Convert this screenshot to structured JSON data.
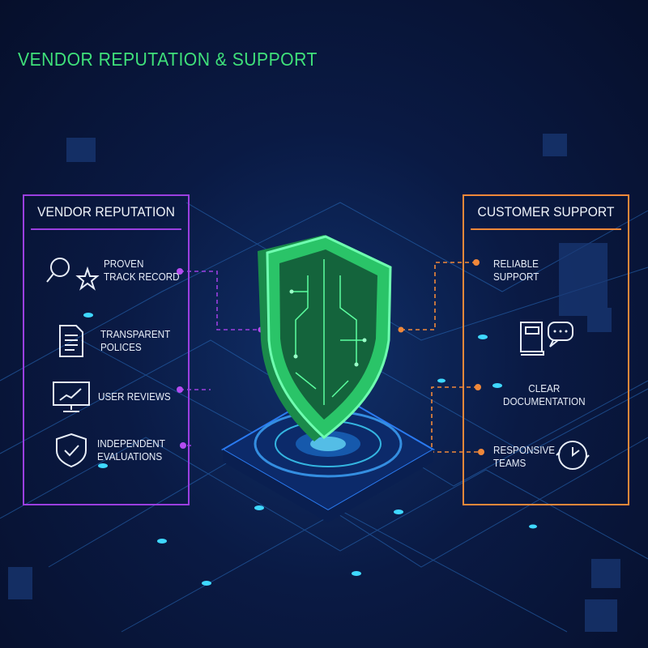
{
  "title": "VENDOR REPUTATION & SUPPORT",
  "left_panel": {
    "heading": "VENDOR REPUTATION",
    "items": [
      {
        "label": "PROVEN\nTRACK RECORD",
        "icon": "magnifier-star-icon"
      },
      {
        "label": "TRANSPARENT\nPOLICES",
        "icon": "document-icon"
      },
      {
        "label": "USER REVIEWS",
        "icon": "monitor-chart-icon"
      },
      {
        "label": "INDEPENDENT\nEVALUATIONS",
        "icon": "shield-check-icon"
      }
    ]
  },
  "right_panel": {
    "heading": "CUSTOMER SUPPORT",
    "items": [
      {
        "label": "RELIABLE\nSUPPORT"
      },
      {
        "label": "",
        "icon": "book-chat-icon"
      },
      {
        "label": "CLEAR\nDOCUMENTATION"
      },
      {
        "label": "RESPONSIVE\nTEAMS",
        "icon": "clock-refresh-icon"
      }
    ]
  },
  "colors": {
    "title": "#3fe07a",
    "left_accent": "#9b3fe0",
    "right_accent": "#f0883a",
    "shield": "#3fe07a",
    "node": "#3fd8ff"
  }
}
